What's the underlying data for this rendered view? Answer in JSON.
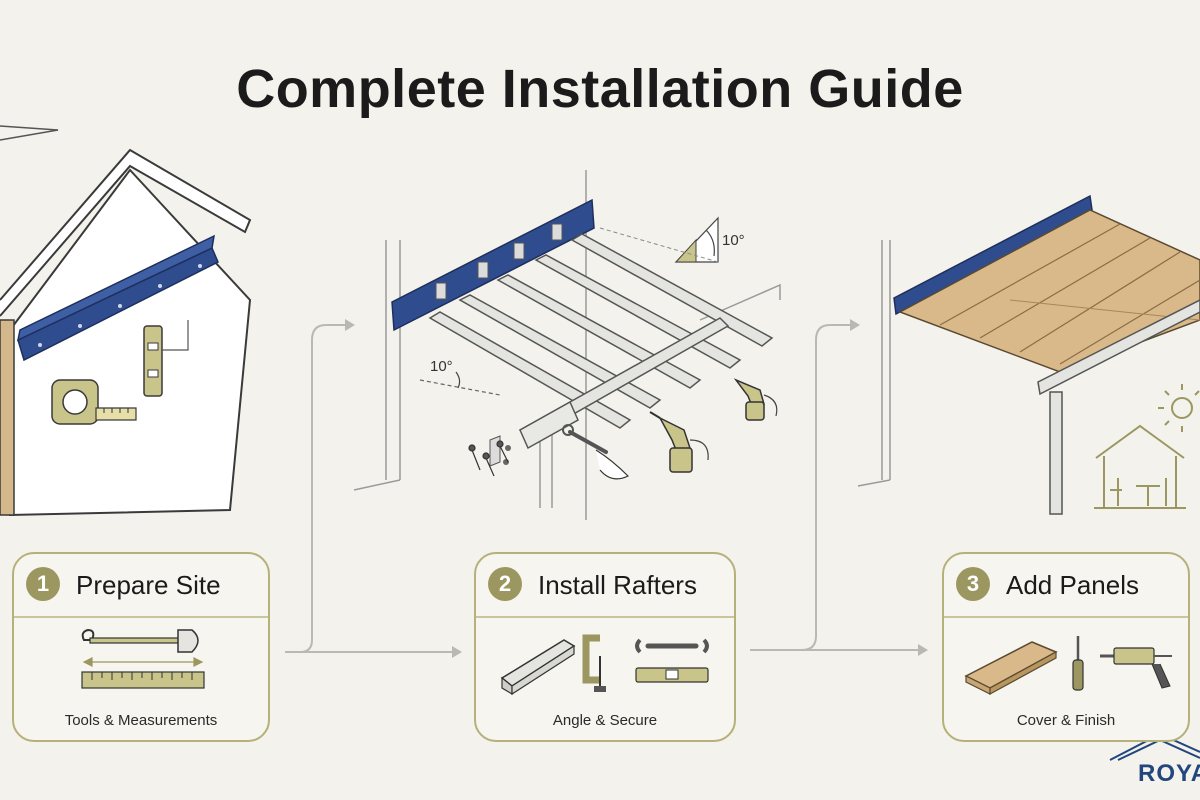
{
  "title": "Complete Installation Guide",
  "angle_labels": {
    "roof_angle": "10°",
    "rafter_angle": "10°"
  },
  "steps": [
    {
      "number": "1",
      "title": "Prepare Site",
      "subtitle": "Tools & Measurements"
    },
    {
      "number": "2",
      "title": "Install Rafters",
      "subtitle": "Angle & Secure"
    },
    {
      "number": "3",
      "title": "Add Panels",
      "subtitle": "Cover & Finish"
    }
  ],
  "logo": {
    "text": "ROYA"
  },
  "colors": {
    "accent": "#9c9760",
    "ledger": "#2f4c8f",
    "wood": "#d9b98a",
    "background": "#f3f2ec"
  }
}
